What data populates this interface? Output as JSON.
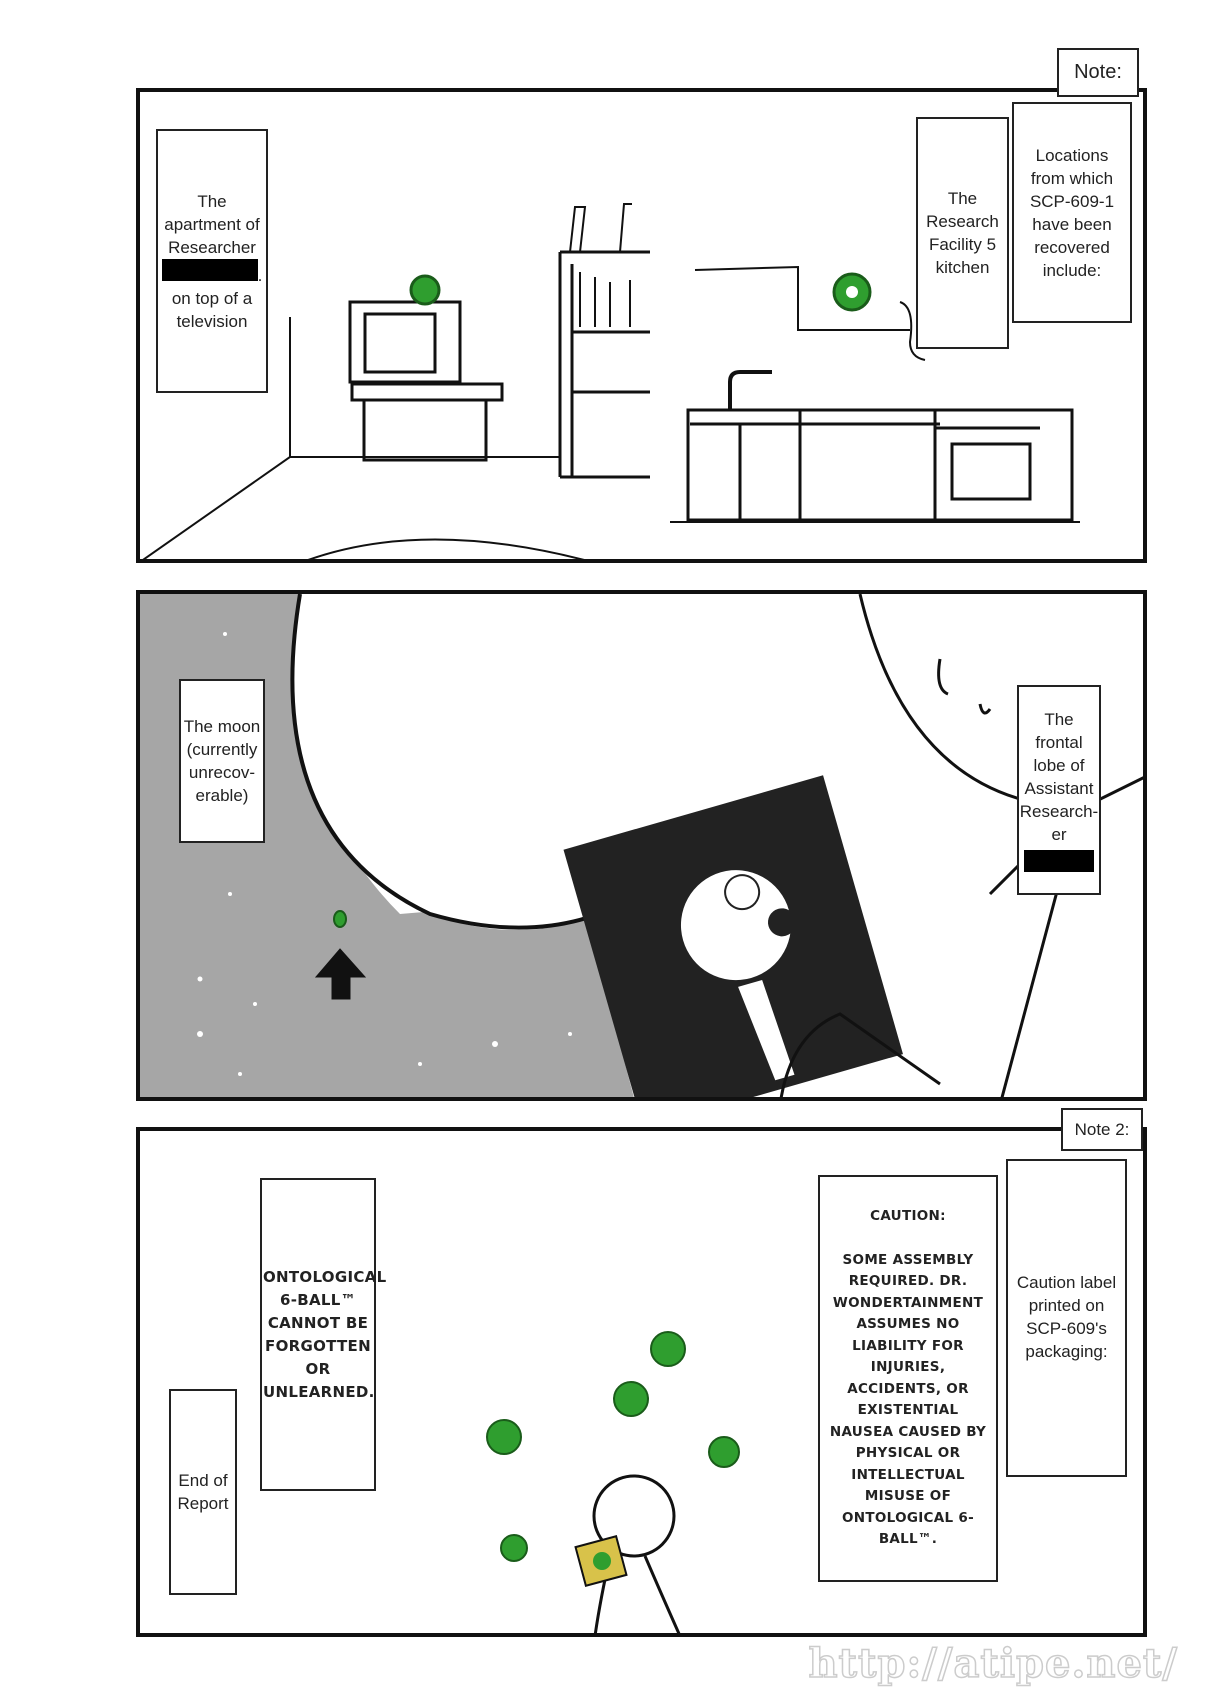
{
  "panel1": {
    "note_label": "Note:",
    "intro": "Locations from which SCP-609-1 have been recovered include:",
    "location_kitchen": "The Research Facility 5 kitchen",
    "location_apartment_before": "The apartment of Researcher",
    "location_apartment_after": "on top of a television"
  },
  "panel2": {
    "moon_caption": "The moon (currently unrecov-erable)",
    "frontal_lobe_caption": "The frontal lobe of Assistant Research-er"
  },
  "panel3": {
    "note_label": "Note 2:",
    "label_intro": "Caution label printed on SCP-609's packaging:",
    "caution_title": "CAUTION:",
    "caution_body": "SOME ASSEMBLY REQUIRED. DR. WONDERTAINMENT ASSUMES NO LIABILITY FOR INJURIES, ACCIDENTS, OR EXISTENTIAL NAUSEA CAUSED BY PHYSICAL OR INTELLECTUAL MISUSE OF ONTOLOGICAL 6-BALL™.",
    "ontological_text": "ONTOLOGICAL 6-BALL™ CANNOT BE FORGOTTEN OR UNLEARNED.",
    "end_caption": "End of Report"
  },
  "watermark": "http://atipe.net/",
  "colors": {
    "ball_green": "#2f9e2f",
    "space_gray": "#a6a6a6",
    "redaction": "#000000"
  }
}
